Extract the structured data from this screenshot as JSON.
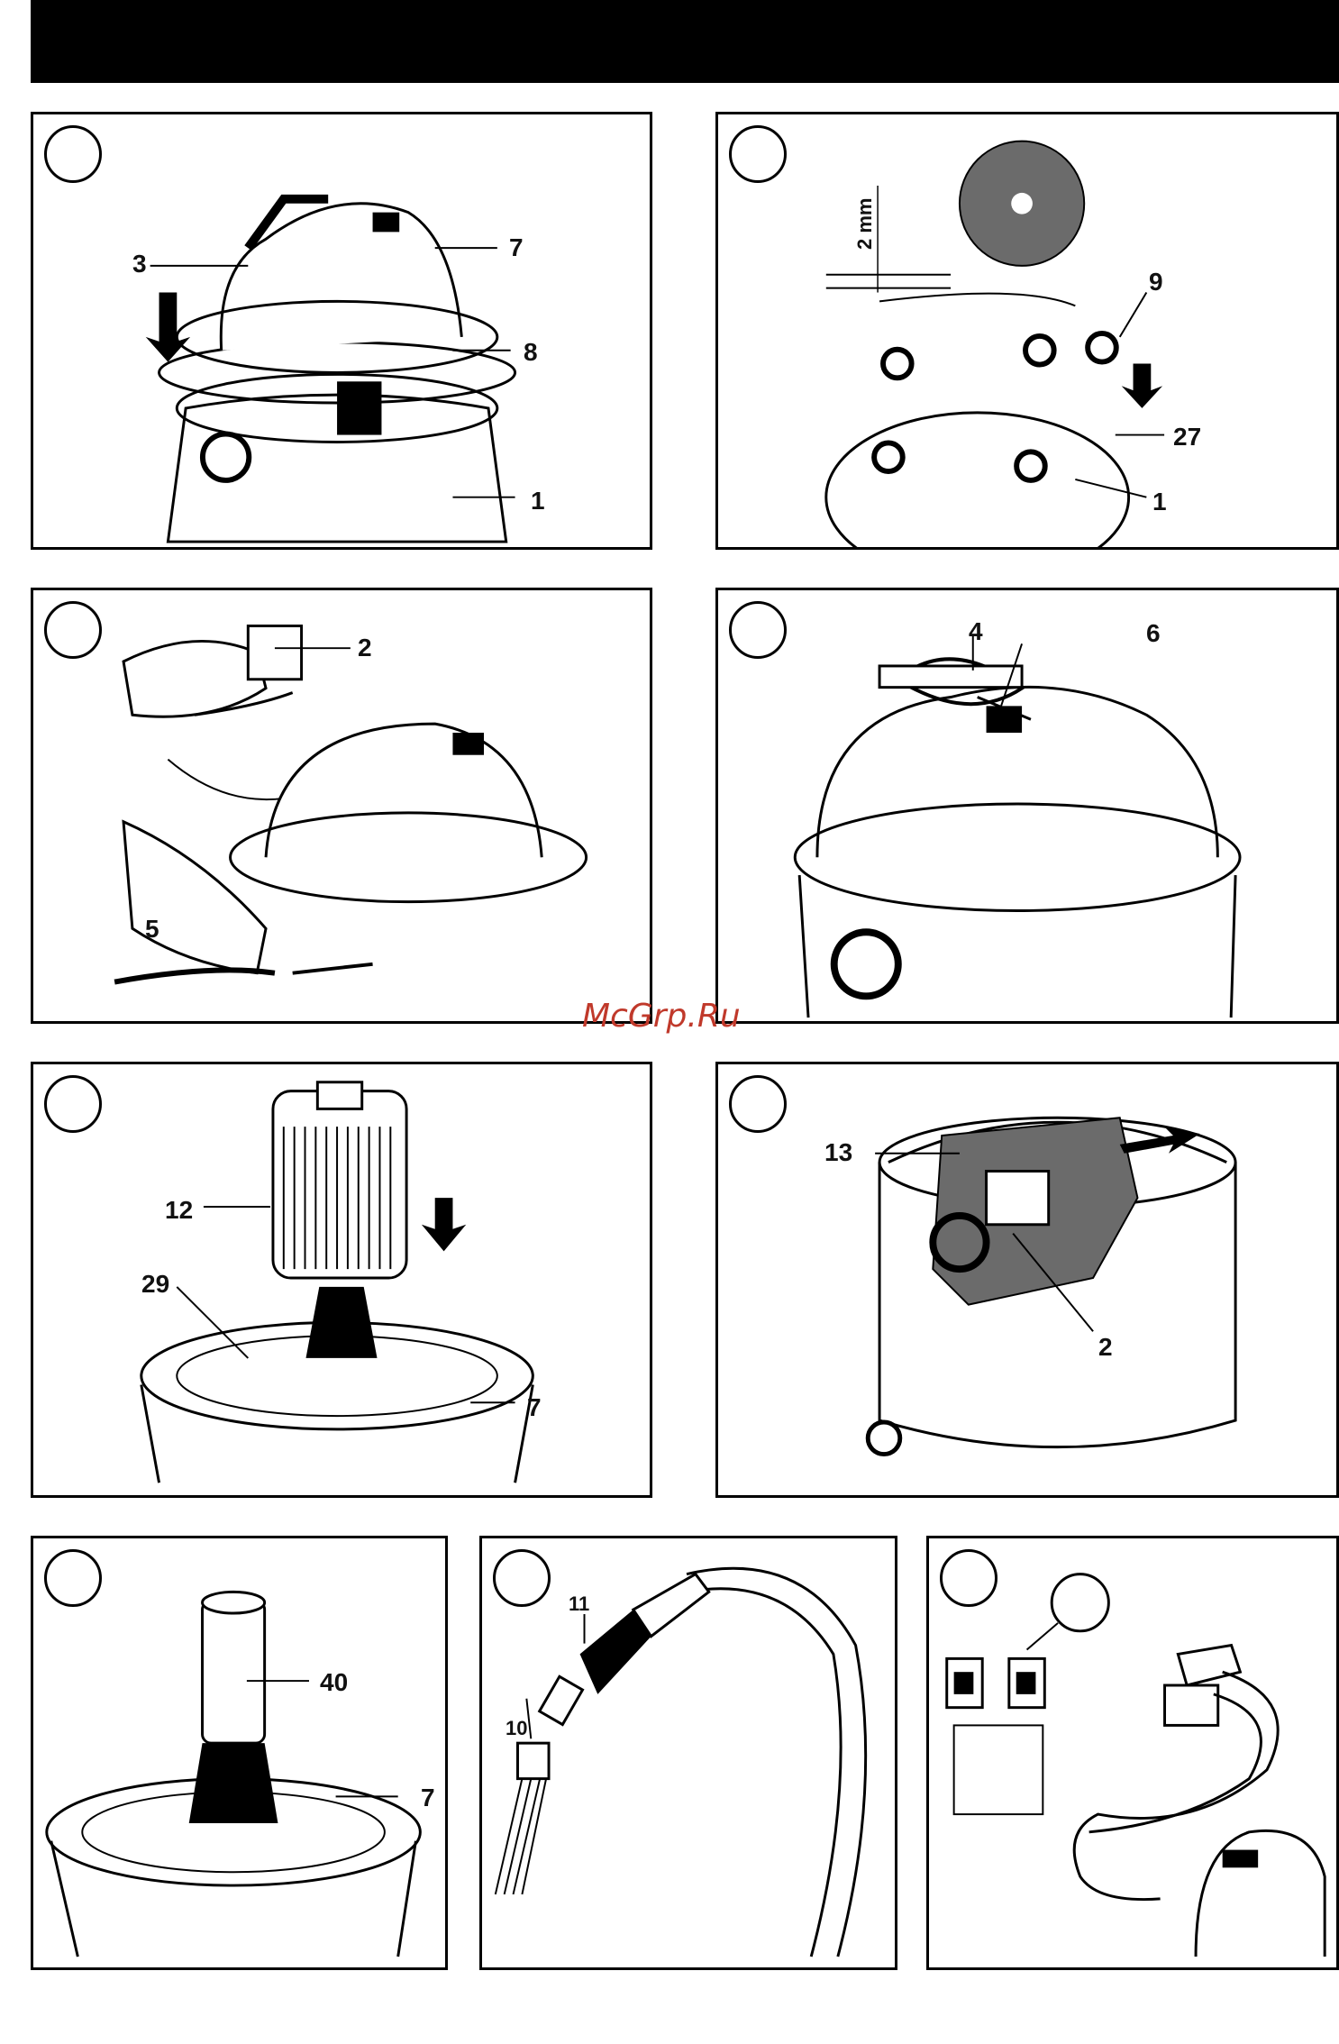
{
  "watermark": "McGrp.Ru",
  "panels": [
    {
      "id": "p1",
      "labels": {
        "a": "3",
        "b": "7",
        "c": "8",
        "d": "1"
      }
    },
    {
      "id": "p2",
      "labels": {
        "dim": "2 mm",
        "a": "9",
        "b": "27",
        "c": "1"
      }
    },
    {
      "id": "p3",
      "labels": {
        "a": "2",
        "b": "5"
      }
    },
    {
      "id": "p4",
      "labels": {
        "a": "4",
        "b": "6"
      }
    },
    {
      "id": "p5",
      "labels": {
        "a": "12",
        "b": "29",
        "c": "7"
      }
    },
    {
      "id": "p6",
      "labels": {
        "a": "13",
        "b": "2"
      }
    },
    {
      "id": "p7",
      "labels": {
        "a": "40",
        "b": "7"
      }
    },
    {
      "id": "p8",
      "labels": {
        "a": "11",
        "b": "10"
      }
    },
    {
      "id": "p9",
      "labels": {}
    }
  ]
}
